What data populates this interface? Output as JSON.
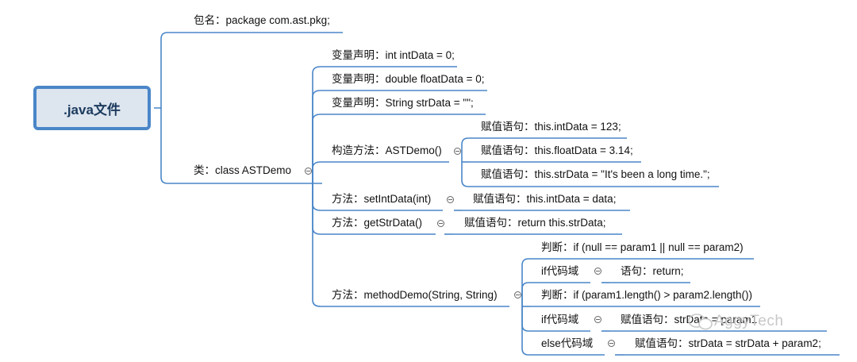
{
  "root": {
    "label": ".java文件"
  },
  "package": {
    "label": "包名：package com.ast.pkg;"
  },
  "class": {
    "label": "类：class ASTDemo"
  },
  "members": {
    "var1": "变量声明：int intData = 0;",
    "var2": "变量声明：double floatData = 0;",
    "var3": "变量声明：String strData = \"\";",
    "ctor": "构造方法：ASTDemo()",
    "ctor_stmts": [
      "赋值语句：this.intData = 123;",
      "赋值语句：this.floatData = 3.14;",
      "赋值语句：this.strData = \"It's been a long time.\";"
    ],
    "set_method": "方法：setIntData(int)",
    "set_stmt": "赋值语句：this.intData = data;",
    "get_method": "方法：getStrData()",
    "get_stmt": "赋值语句：return this.strData;",
    "method_demo": "方法：methodDemo(String, String)",
    "demo_children": {
      "judge1": "判断：if (null == param1 || null == param2)",
      "if1": "if代码域",
      "if1_stmt": "语句：return;",
      "judge2": "判断：if (param1.length() > param2.length())",
      "if2": "if代码域",
      "if2_stmt": "赋值语句：strData = param1",
      "else": "else代码域",
      "else_stmt": "赋值语句：strData = strData + param2;"
    }
  },
  "watermark": "AggyTech",
  "colors": {
    "line": "#4a86c8",
    "root_fill": "#dde5ef",
    "root_border": "#4a86c8"
  }
}
